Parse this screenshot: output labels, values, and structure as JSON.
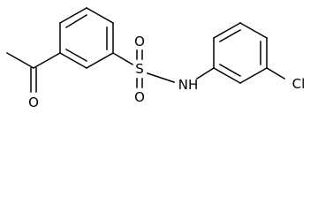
{
  "molecule": {
    "atoms": {
      "acetyl_oxygen": "O",
      "sulfonyl_oxygen_top": "O",
      "sulfonyl_oxygen_bottom": "O",
      "sulfur": "S",
      "amine": "NH",
      "chlorine": "Cl"
    }
  }
}
